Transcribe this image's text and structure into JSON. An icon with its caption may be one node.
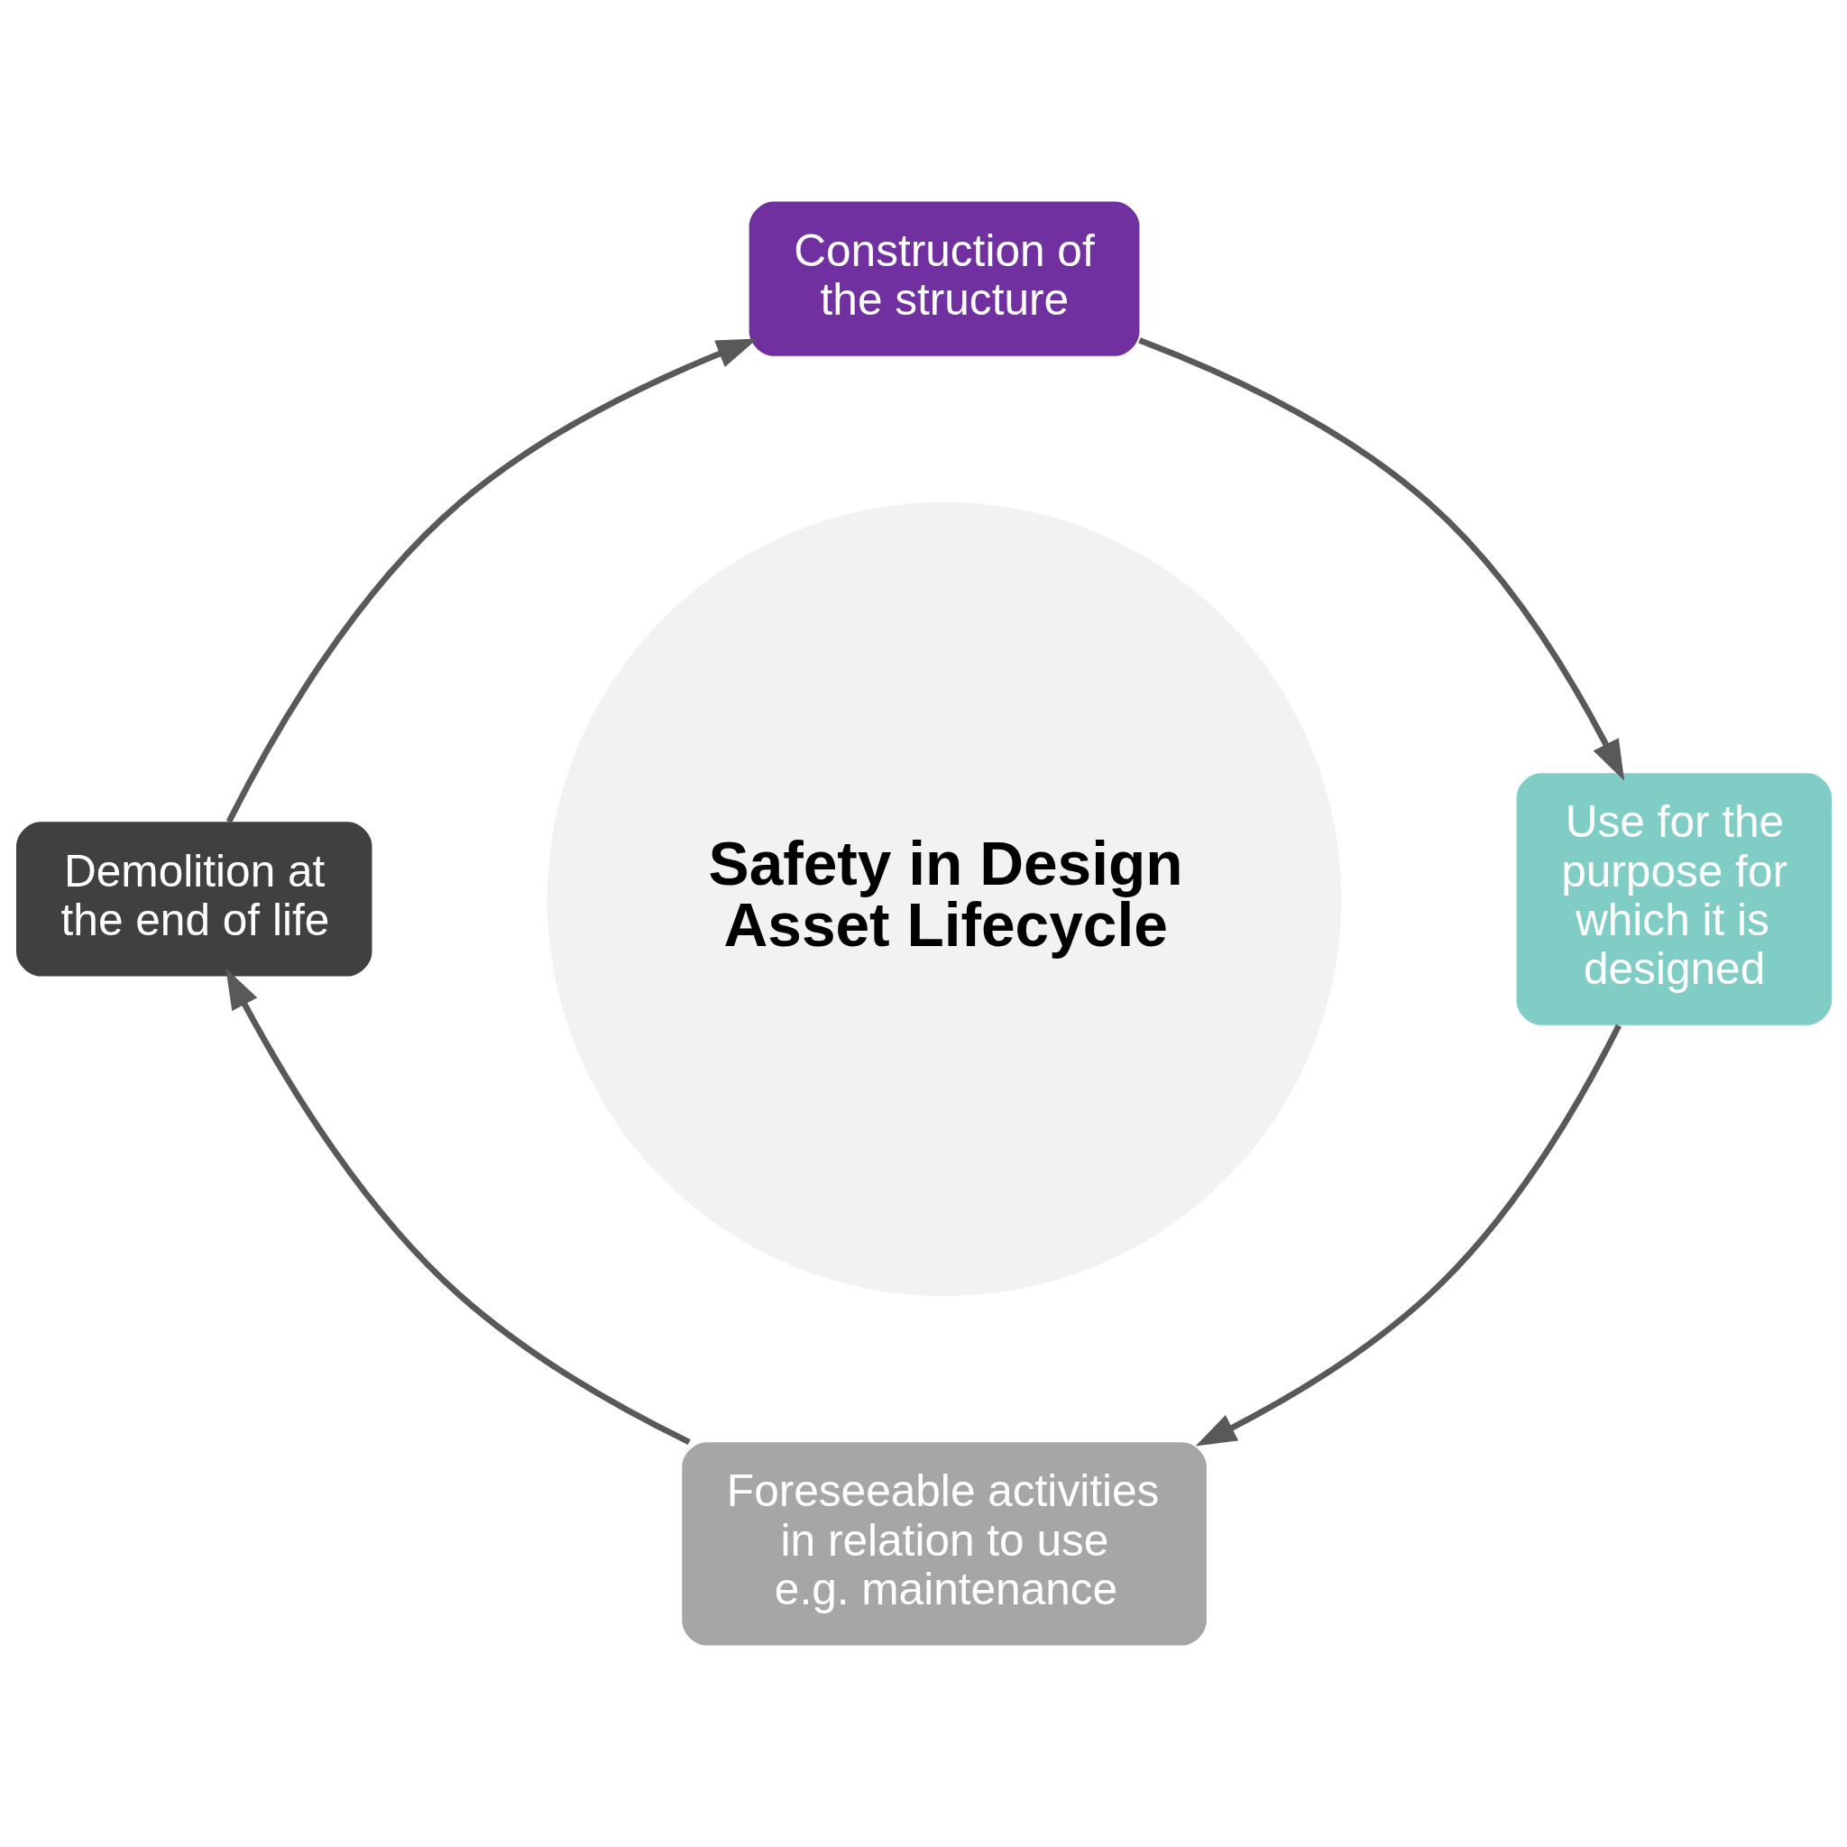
{
  "diagram": {
    "nodes": [
      {
        "text": [
          "Safety in Design Asset Lifecycle"
        ]
      },
      {
        "text": [
          "Construction of the structure"
        ]
      },
      {
        "text": [
          "Use for the purpose for which it is designed"
        ]
      },
      {
        "text": [
          "Foreseeable activities in relation to use e.g. maintenance"
        ]
      },
      {
        "text": [
          "Demolition at the end of life"
        ]
      }
    ],
    "edges": [
      {
        "from": 1,
        "to": 2,
        "arrow": "to"
      },
      {
        "from": 2,
        "to": 3,
        "arrow": "to"
      },
      {
        "from": 3,
        "to": 4,
        "arrow": "to"
      },
      {
        "from": 4,
        "to": 1,
        "arrow": "to"
      }
    ]
  }
}
